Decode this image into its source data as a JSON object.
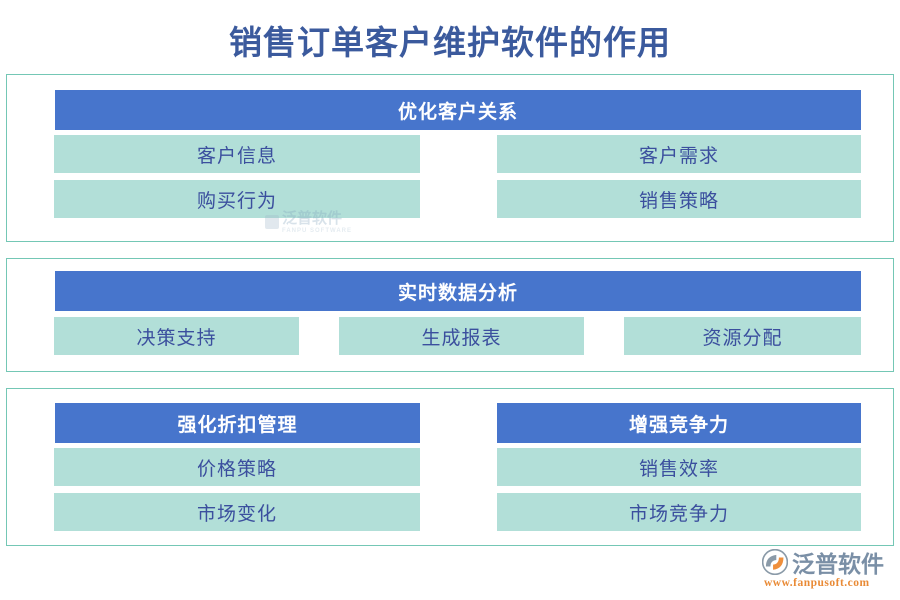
{
  "page": {
    "title": "销售订单客户维护软件的作用",
    "colors": {
      "title_text": "#3b5a9d",
      "header_bg": "#4775cc",
      "header_text": "#ffffff",
      "item_bg": "#b2dfd8",
      "item_text": "#3b4f9e",
      "card_border": "#74c7b5",
      "brand_text": "#7a8fa6",
      "brand_url": "#e98a35",
      "page_bg": "#ffffff"
    }
  },
  "sections": [
    {
      "id": "section-1",
      "groups": [
        {
          "header": "优化客户关系",
          "items": [
            "客户信息",
            "客户需求",
            "购买行为",
            "销售策略"
          ]
        }
      ]
    },
    {
      "id": "section-2",
      "groups": [
        {
          "header": "实时数据分析",
          "items": [
            "决策支持",
            "生成报表",
            "资源分配"
          ]
        }
      ]
    },
    {
      "id": "section-3",
      "groups": [
        {
          "header": "强化折扣管理",
          "items": [
            "价格策略",
            "市场变化"
          ]
        },
        {
          "header": "增强竞争力",
          "items": [
            "销售效率",
            "市场竞争力"
          ]
        }
      ]
    }
  ],
  "watermark": {
    "name": "泛普软件",
    "subtitle": "FANPU SOFTWARE"
  },
  "brand": {
    "name": "泛普软件",
    "url": "www.fanpusoft.com"
  }
}
